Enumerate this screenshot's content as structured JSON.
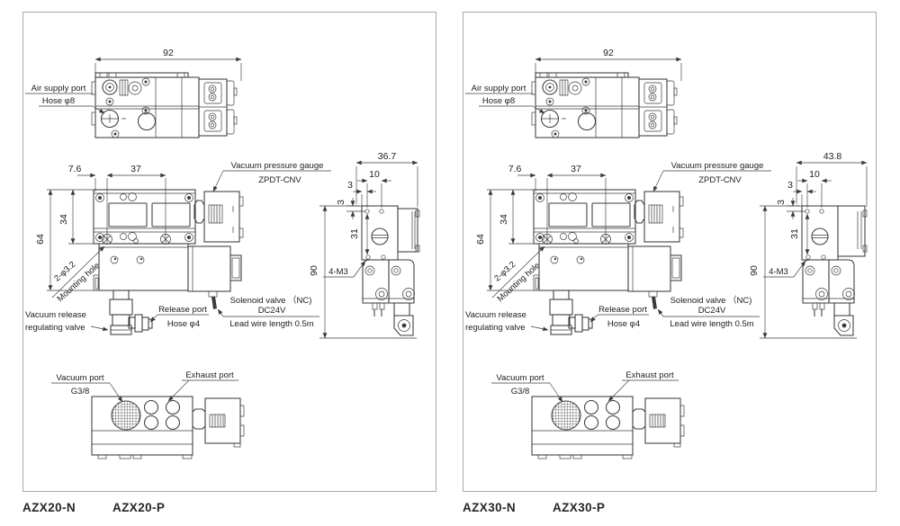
{
  "colors": {
    "line": "#3b3b3b",
    "panel_border": "#a8a8a8",
    "text": "#1c1c1c",
    "background": "#ffffff"
  },
  "panels": [
    {
      "model_left": "AZX20-N",
      "model_right": "AZX20-P",
      "top_view": {
        "dim_width": "92",
        "air_supply_line1": "Air supply port",
        "air_supply_line2": "Hose φ8"
      },
      "front_view": {
        "dim_offset": "7.6",
        "dim_span": "37",
        "dim_body_height": "34",
        "dim_total_height": "64",
        "gauge_line1": "Vacuum pressure gauge",
        "gauge_line2": "ZPDT-CNV",
        "mount_line1": "2-φ3.2",
        "mount_line2": "Mounting hole",
        "release_valve_line1": "Vacuum release",
        "release_valve_line2": "regulating valve",
        "release_port_line1": "Release port",
        "release_port_line2": "Hose φ4",
        "solenoid_line1": "Solenoid valve （NC)",
        "solenoid_line2": "DC24V",
        "solenoid_line3": "Lead wire length 0.5m"
      },
      "side_view": {
        "dim_width": "36.7",
        "dim_hole_pitch": "10",
        "dim_edge_h": "3",
        "dim_edge_v": "3",
        "dim_hole_span": "31",
        "dim_height": "90",
        "holes_label": "4-M3"
      },
      "bottom_view": {
        "vacuum_line1": "Vacuum port",
        "vacuum_line2": "G3/8",
        "exhaust_label": "Exhaust port"
      }
    },
    {
      "model_left": "AZX30-N",
      "model_right": "AZX30-P",
      "top_view": {
        "dim_width": "92",
        "air_supply_line1": "Air supply port",
        "air_supply_line2": "Hose φ8"
      },
      "front_view": {
        "dim_offset": "7.6",
        "dim_span": "37",
        "dim_body_height": "34",
        "dim_total_height": "64",
        "gauge_line1": "Vacuum pressure gauge",
        "gauge_line2": "ZPDT-CNV",
        "mount_line1": "2-φ3.2",
        "mount_line2": "Mounting hole",
        "release_valve_line1": "Vacuum release",
        "release_valve_line2": "regulating valve",
        "release_port_line1": "Release port",
        "release_port_line2": "Hose φ4",
        "solenoid_line1": "Solenoid valve （NC)",
        "solenoid_line2": "DC24V",
        "solenoid_line3": "Lead wire length 0.5m"
      },
      "side_view": {
        "dim_width": "43.8",
        "dim_hole_pitch": "10",
        "dim_edge_h": "3",
        "dim_edge_v": "3",
        "dim_hole_span": "31",
        "dim_height": "90",
        "holes_label": "4-M3"
      },
      "bottom_view": {
        "vacuum_line1": "Vacuum port",
        "vacuum_line2": "G3/8",
        "exhaust_label": "Exhaust port"
      }
    }
  ]
}
